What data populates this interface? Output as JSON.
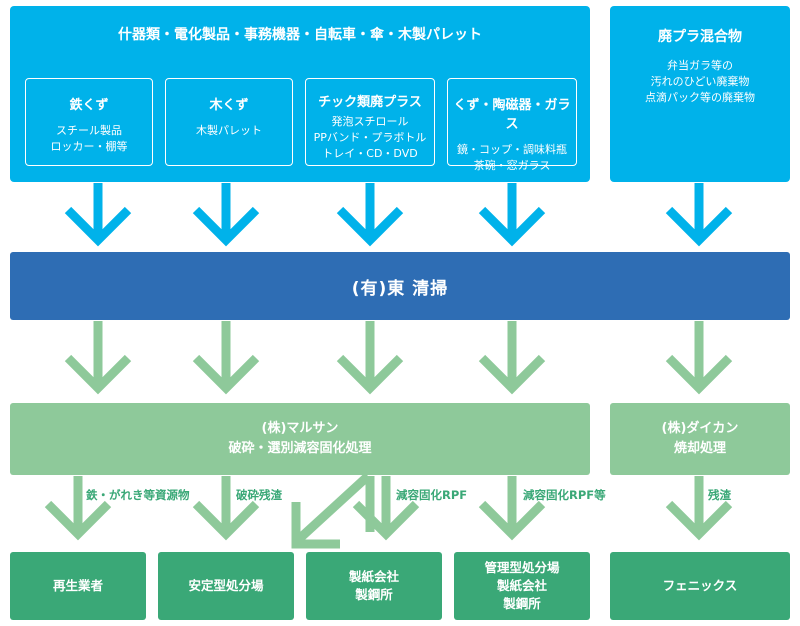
{
  "left_panel": {
    "title": "什器類・電化製品・事務機器・自転車・傘・木製パレット",
    "items": [
      {
        "title": "鉄くず",
        "desc": "スチール製品\nロッカー・棚等"
      },
      {
        "title": "木くず",
        "desc": "木製パレット"
      },
      {
        "title": "チック類廃プラス",
        "desc": "発泡スチロール\nPPバンド・プラボトル\nトレイ・CD・DVD"
      },
      {
        "title": "くず・陶磁器・ガラス",
        "desc": "鏡・コップ・調味料瓶\n茶碗・窓ガラス"
      }
    ]
  },
  "right_panel": {
    "title": "廃プラ混合物",
    "desc": "弁当ガラ等の\n汚れのひどい廃棄物\n点滴パック等の廃棄物"
  },
  "company": "(有)東 清掃",
  "process_left": {
    "line1": "(株)マルサン",
    "line2": "破砕・選別減容固化処理"
  },
  "process_right": {
    "line1": "(株)ダイカン",
    "line2": "焼却処理"
  },
  "edge_labels": [
    "鉄・がれき等資源物",
    "破砕残渣",
    "減容固化RPF",
    "減容固化RPF等",
    "残渣"
  ],
  "destinations": [
    "再生業者",
    "安定型処分場",
    "製紙会社\n製鋼所",
    "管理型処分場\n製紙会社\n製鋼所",
    "フェニックス"
  ],
  "colors": {
    "top": "#00b2ea",
    "middle": "#2e6db4",
    "process": "#8ec99a",
    "destination": "#3aa877"
  }
}
